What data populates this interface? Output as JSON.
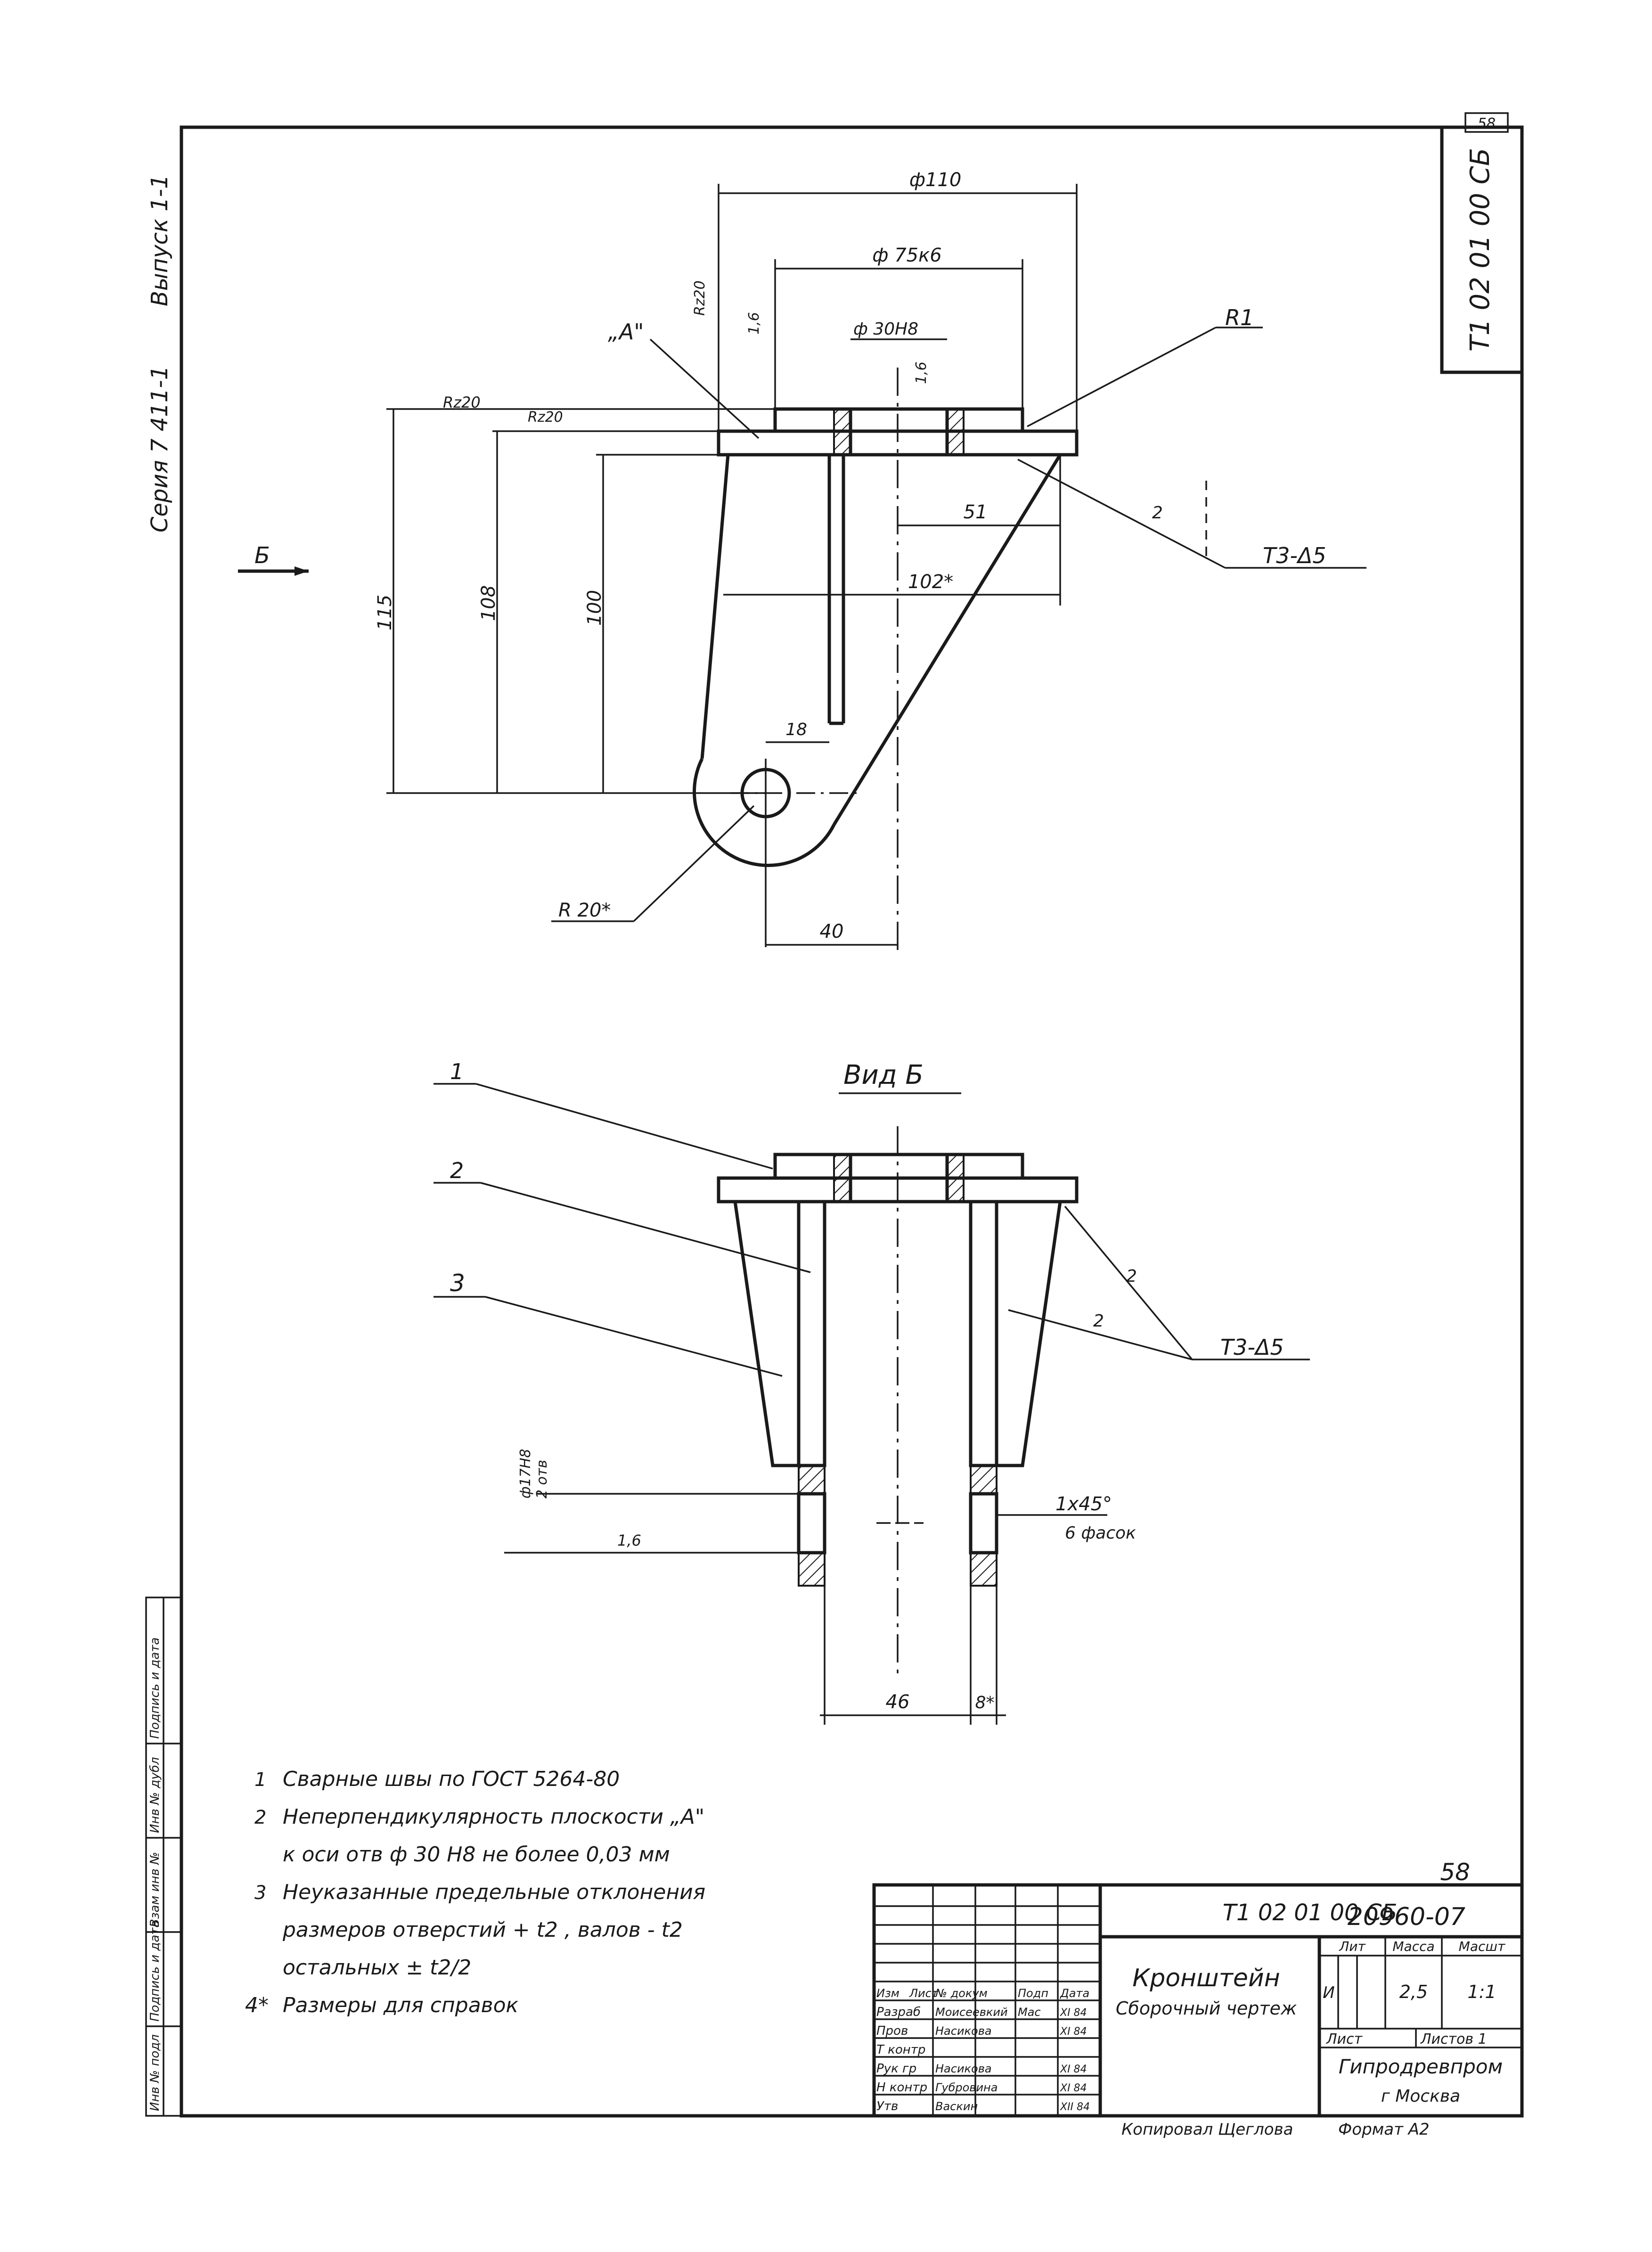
{
  "sheet_corner": "58",
  "sheet_number": "58",
  "drawing_code": "Т1 02 01 00 СБ",
  "series": "Серия 7 411-1",
  "issue": "Выпуск 1-1",
  "top_view": {
    "d_outer": "ф110",
    "d_shaft": "ф 75к6",
    "d_hole": "ф 30Н8",
    "roughness_rz20_a": "Rz20",
    "roughness_rz20_b": "Rz20",
    "roughness_rz20_c": "Rz20",
    "roughness_16_a": "1,6",
    "roughness_16_b": "1,6",
    "label_a": "„А\"",
    "radius_r1": "R1",
    "dim_115": "115",
    "dim_108": "108",
    "dim_100": "100",
    "dim_51": "51",
    "dim_102": "102*",
    "dim_18": "18",
    "dim_40": "40",
    "radius_r20": "R 20*",
    "weld_num": "2",
    "weld": "Т3-Δ5",
    "view_arrow": "Б"
  },
  "view_b": {
    "title": "Вид Б",
    "pos1": "1",
    "pos2": "2",
    "pos3": "3",
    "weld_num_a": "2",
    "weld_num_b": "2",
    "weld": "Т3-Δ5",
    "d_bore": "ф17Н8",
    "bore_note": "2 отв",
    "roughness_16": "1,6",
    "chamfer": "1х45°",
    "chamfer_note": "6 фасок",
    "dim_46": "46",
    "dim_8": "8*"
  },
  "notes": [
    {
      "num": "1",
      "text": "Сварные швы по ГОСТ 5264-80"
    },
    {
      "num": "2",
      "text": "Неперпендикулярность плоскости „А\""
    },
    {
      "num": "",
      "text": "к оси отв ф 30 Н8  не более  0,03 мм"
    },
    {
      "num": "3",
      "text": "Неуказанные предельные отклонения"
    },
    {
      "num": "",
      "text": "размеров  отверстий  + t2   ,  валов - t2"
    },
    {
      "num": "",
      "text": "остальных  ± t2/2"
    },
    {
      "num": "4*",
      "text": "Размеры для справок"
    }
  ],
  "stamp": {
    "archive_no": "20960-07",
    "code": "Т1 02 01 00 СБ",
    "name": "Кронштейн",
    "doc_type": "Сборочный чертеж",
    "lit_header": "Лит",
    "mass_header": "Масса",
    "scale_header": "Масшт",
    "lit": "И",
    "mass": "2,5",
    "scale": "1:1",
    "sheet": "Лист",
    "sheets": "Листов 1",
    "org": "Гипродревпром",
    "city": "г Москва",
    "cols": [
      "Изм",
      "Лист",
      "№ докум",
      "Подп",
      "Дата"
    ],
    "rows": [
      {
        "role": "Разраб",
        "name": "Моисеевкий",
        "sign": "Мас",
        "date": "XI 84"
      },
      {
        "role": "Пров",
        "name": "Насикова",
        "sign": "",
        "date": "XI 84"
      },
      {
        "role": "Т контр",
        "name": "",
        "sign": "",
        "date": ""
      },
      {
        "role": "Рук гр",
        "name": "Насикова",
        "sign": "",
        "date": "XI 84"
      },
      {
        "role": "Н контр",
        "name": "Губровина",
        "sign": "",
        "date": "XI 84"
      },
      {
        "role": "Утв",
        "name": "Васкин",
        "sign": "",
        "date": "XII 84"
      }
    ],
    "copied": "Копировал  Щеглова",
    "format": "Формат  А2"
  },
  "side_column": [
    "Инв № подл",
    "Подпись и дата",
    "Взам инв №",
    "Инв № дубл",
    "Подпись и дата"
  ]
}
